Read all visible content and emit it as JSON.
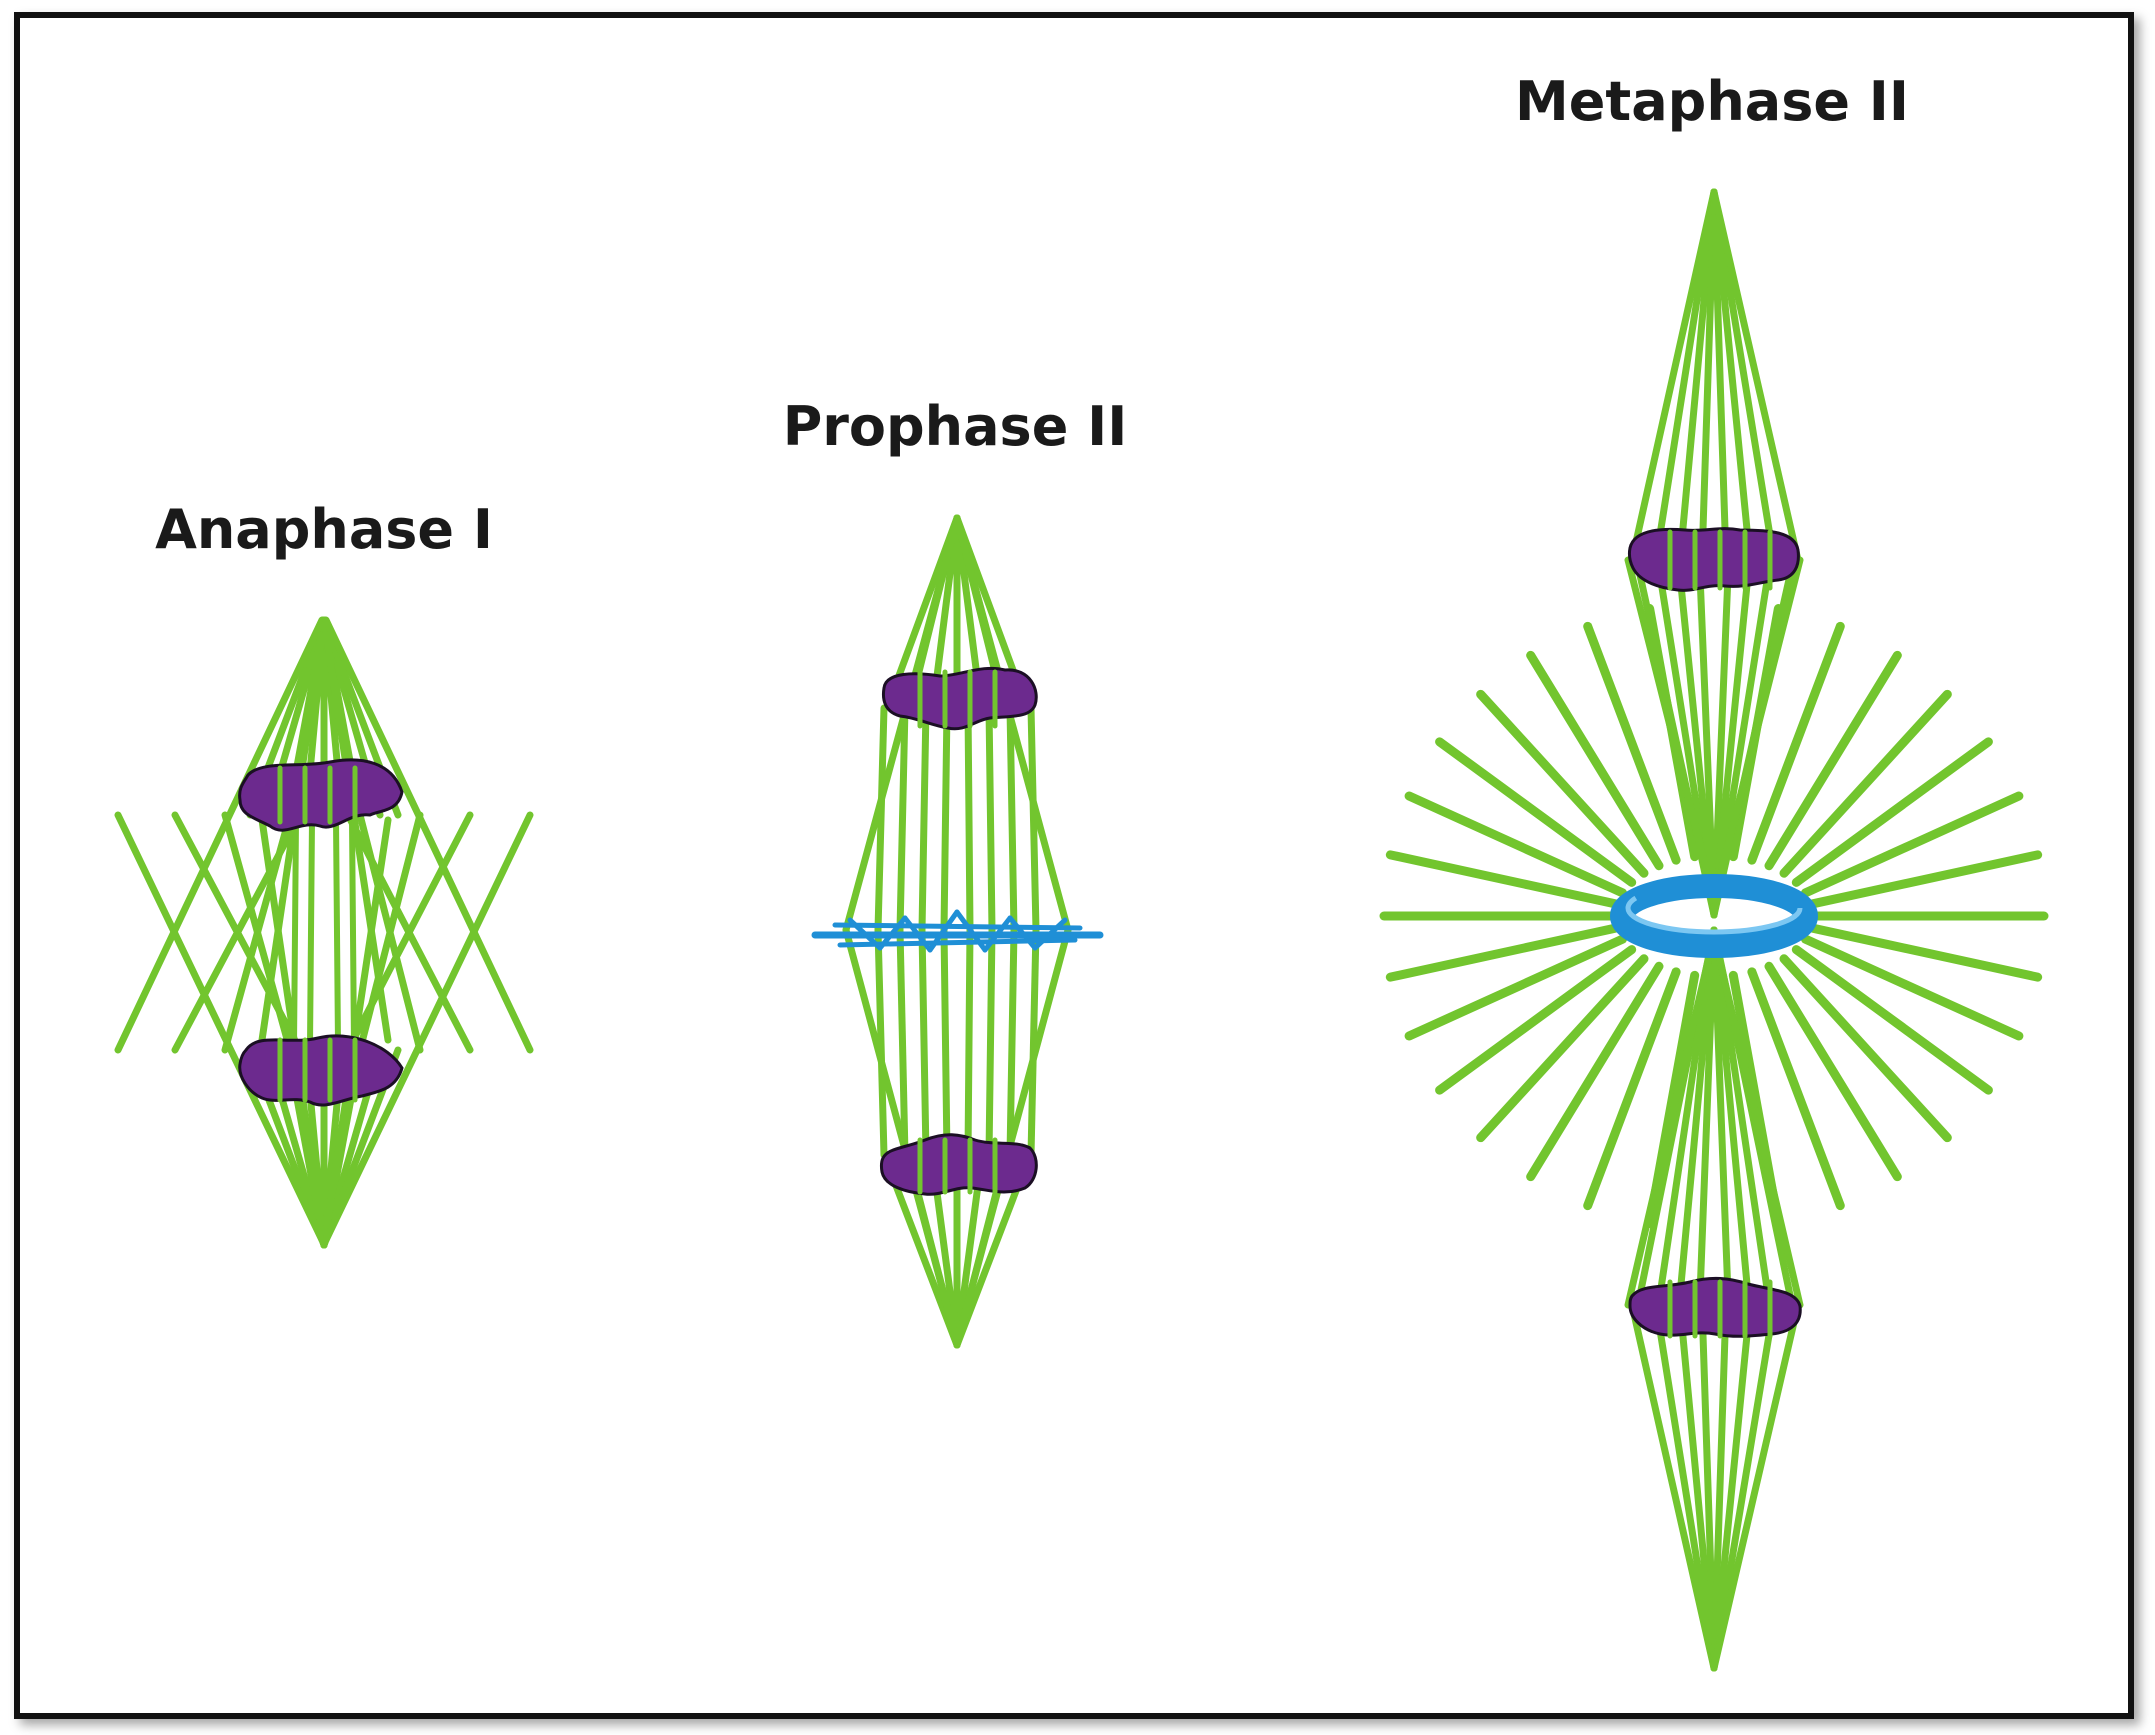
{
  "stages": [
    {
      "id": "anaphase-1",
      "title": "Anaphase I"
    },
    {
      "id": "prophase-2",
      "title": "Prophase II"
    },
    {
      "id": "metaphase-2",
      "title": "Metaphase II"
    }
  ],
  "colors": {
    "spindle": "#72c52e",
    "chromosome": "#6c2a8e",
    "chromosome_outline": "#1b0f24",
    "ring": "#1f8fd6",
    "ring_highlight": "#7cc7f2",
    "border": "#111111"
  }
}
